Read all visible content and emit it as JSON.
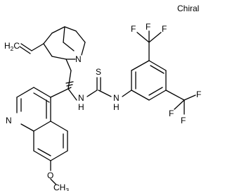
{
  "chiral_flag": "Chiral",
  "labels": {
    "vinyl_terminal": "H",
    "vinyl_terminal_sub": "2",
    "vinyl_terminal_c": "C",
    "quinuclidine_n": "N",
    "quinoline_n": "N",
    "thiourea_s": "S",
    "thiourea_nh_left": "N",
    "thiourea_nh_left_h": "H",
    "thiourea_nh_right": "N",
    "thiourea_nh_right_h": "H",
    "methoxy_o": "O",
    "methoxy_ch3": "CH",
    "methoxy_ch3_sub": "3",
    "cf3_top_c": "",
    "f": "F"
  },
  "colors": {
    "ink": "#000000",
    "background": "#ffffff"
  }
}
